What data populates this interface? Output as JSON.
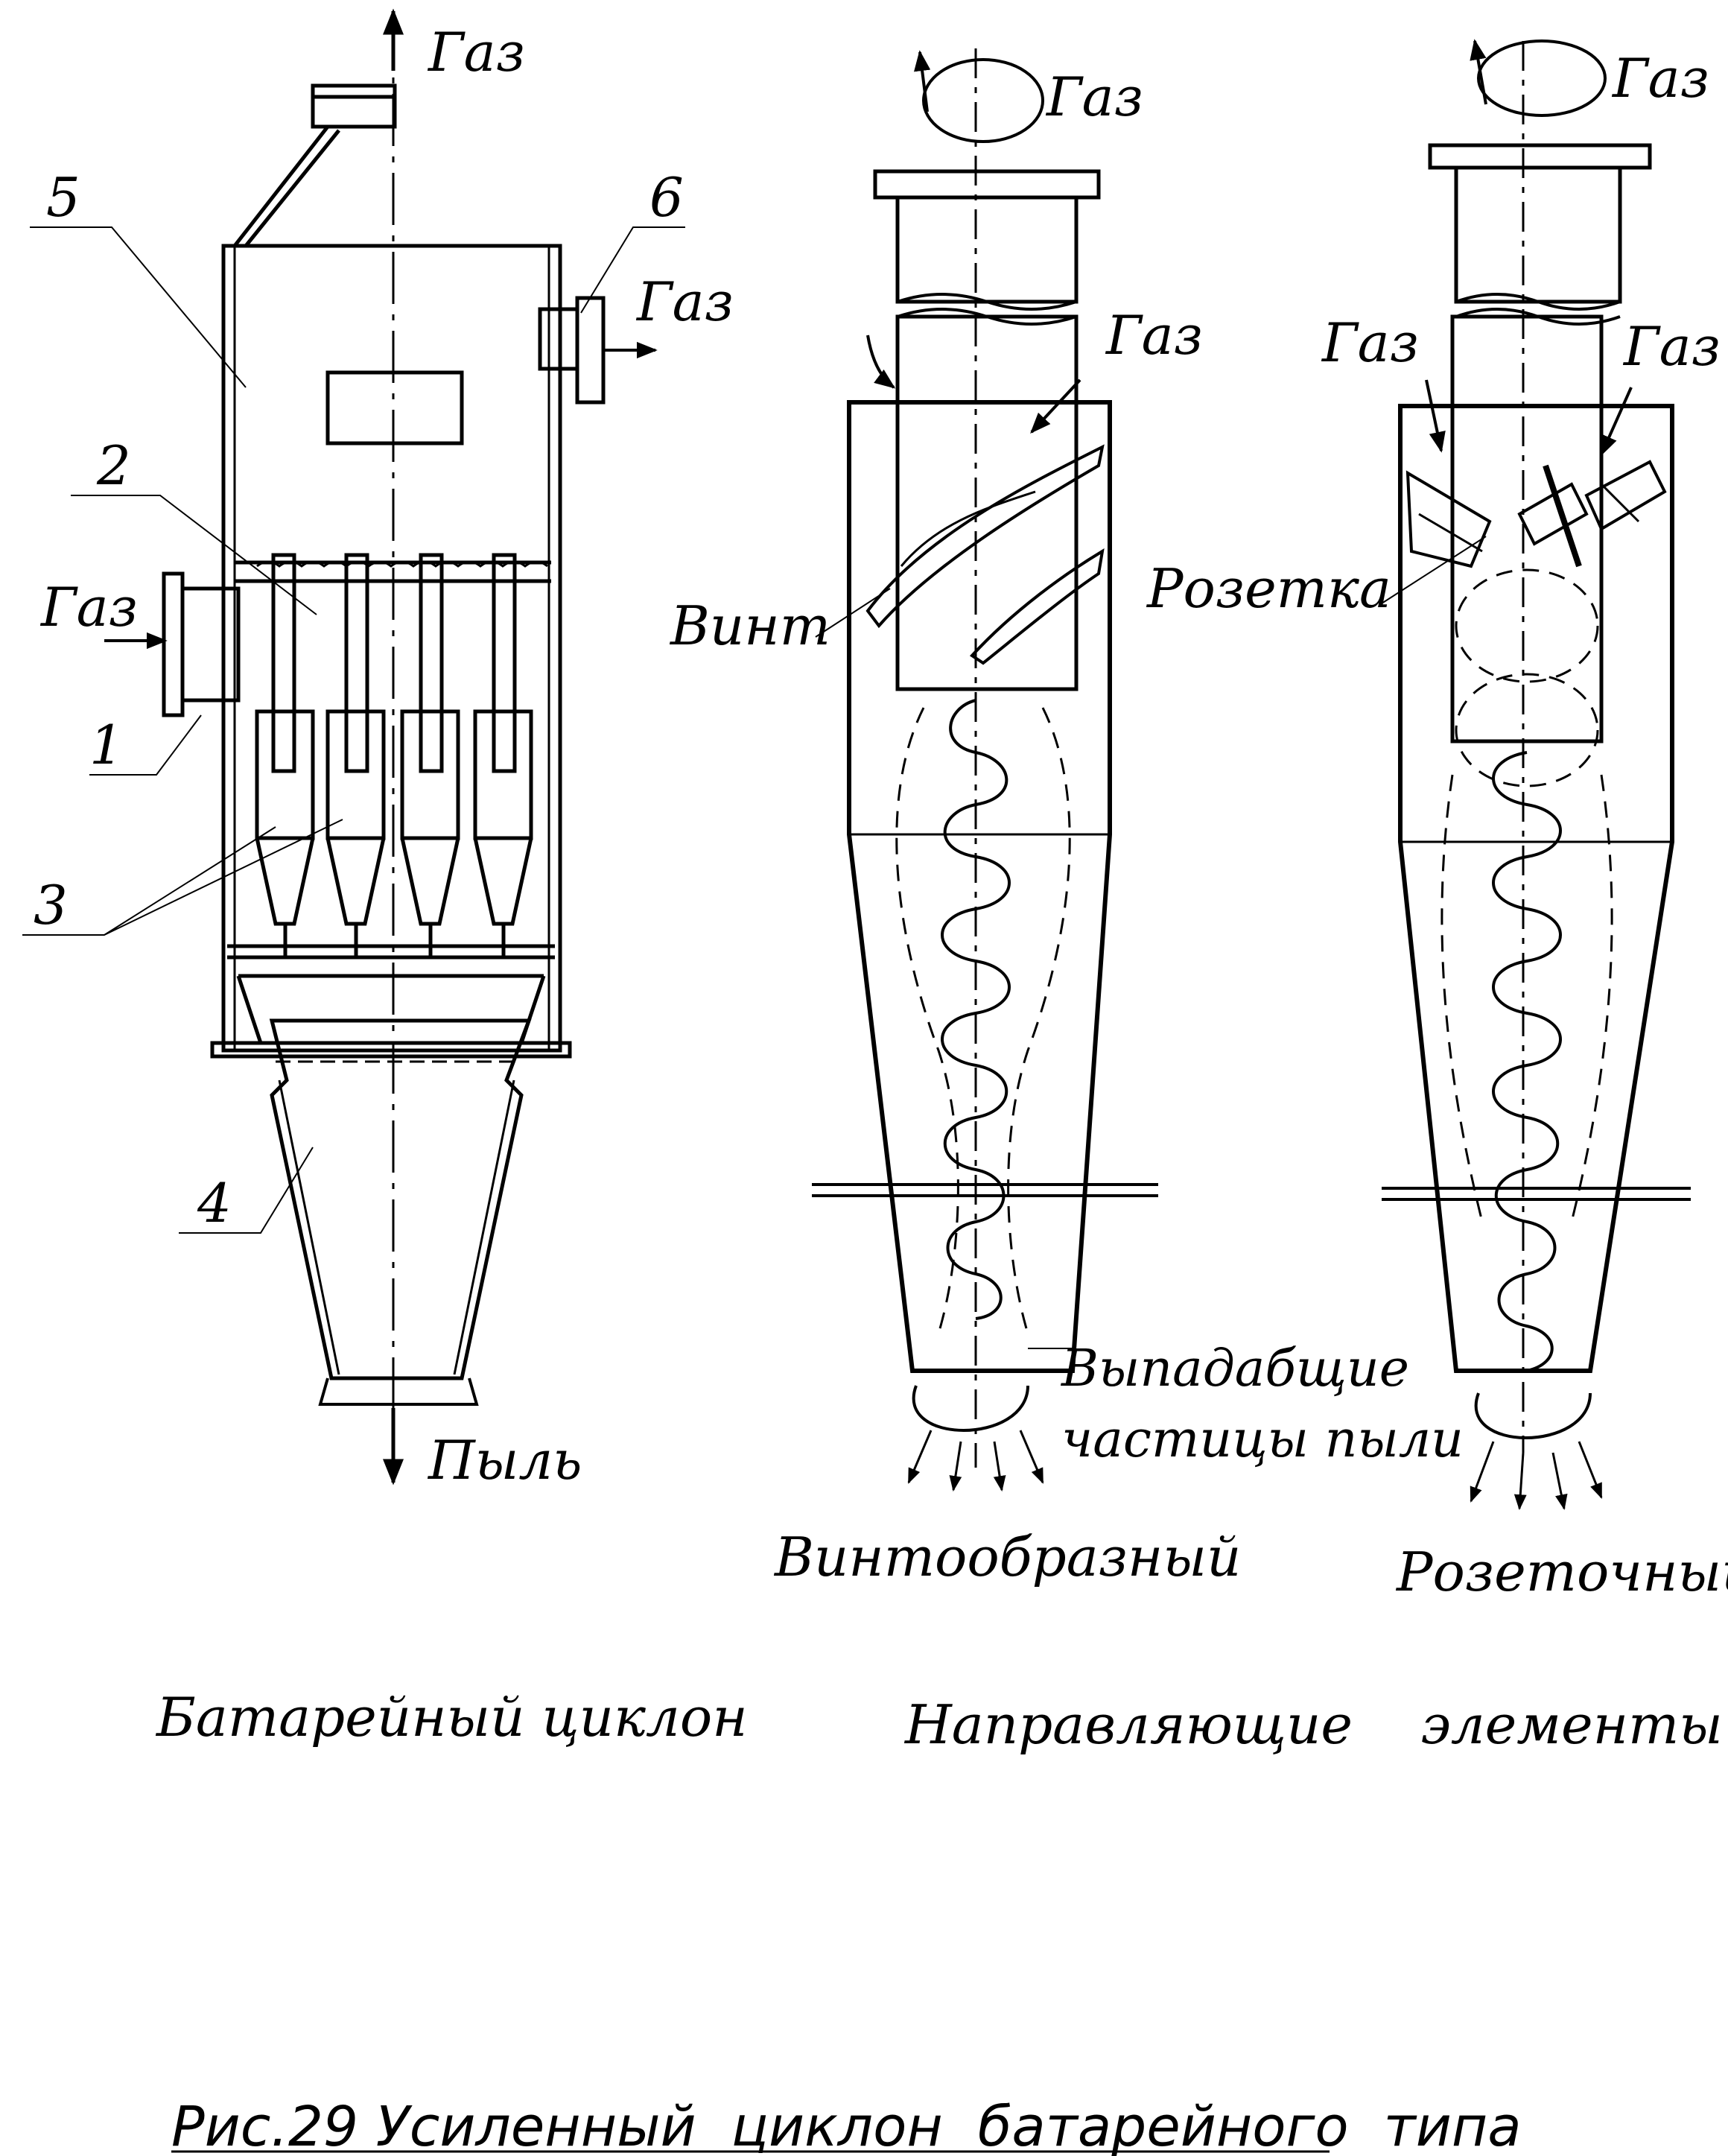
{
  "battery_cyclone": {
    "gas_top": "Газ",
    "gas_inlet": "Газ",
    "gas_outlet": "Газ",
    "dust": "Пыль",
    "numbers": [
      "1",
      "2",
      "3",
      "4",
      "5",
      "6"
    ],
    "title": "Батарейный циклон"
  },
  "screw_element": {
    "gas_top": "Газ",
    "gas_side": "Газ",
    "part_label": "Винт",
    "falling_dust_line1": "Выпадабщие",
    "falling_dust_line2": "частицы пыли",
    "name": "Винтообразный"
  },
  "rosette_element": {
    "gas_top": "Газ",
    "gas_left": "Газ",
    "gas_right": "Газ",
    "part_label": "Розетка",
    "name": "Розеточный"
  },
  "guide_elements_title": "Направляющие    элементы",
  "figure_caption": "Рис.29 Усиленный  циклон  батарейного  типа"
}
